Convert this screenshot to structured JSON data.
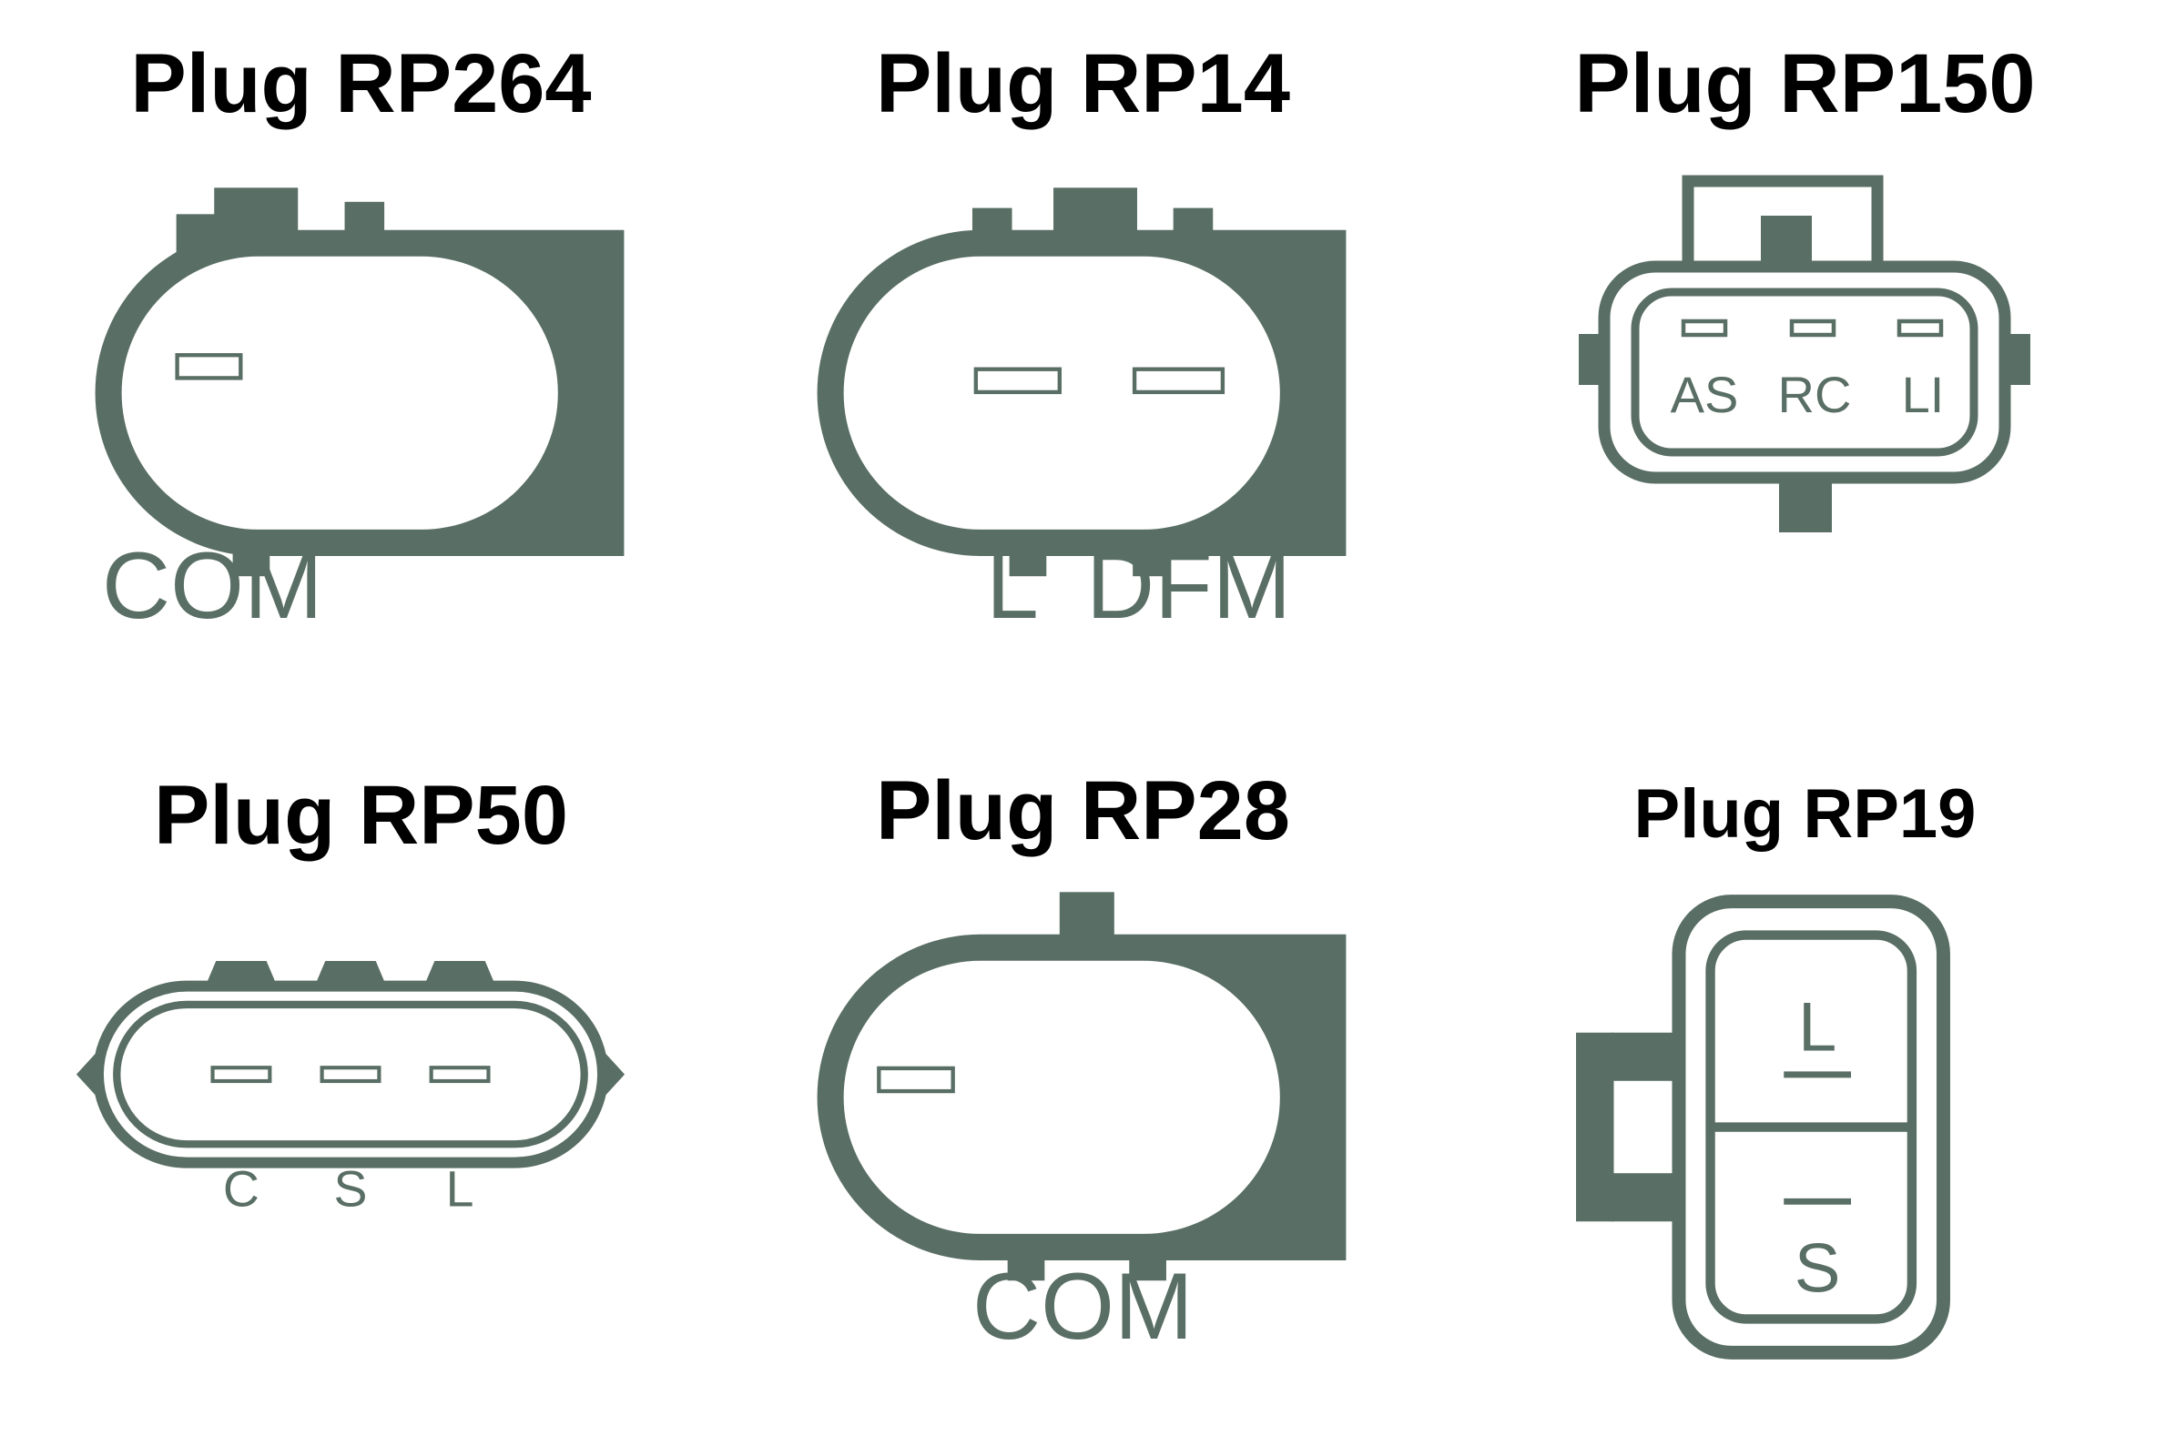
{
  "colors": {
    "accent": "#596e64",
    "title_text": "#000000",
    "background": "#ffffff"
  },
  "plugs": {
    "rp264": {
      "title": "Plug RP264",
      "label": "COM"
    },
    "rp14": {
      "title": "Plug RP14",
      "labels": {
        "left": "L",
        "right": "DFM"
      }
    },
    "rp150": {
      "title": "Plug RP150",
      "pins": [
        "AS",
        "RC",
        "LI"
      ]
    },
    "rp50": {
      "title": "Plug RP50",
      "pins": [
        "C",
        "S",
        "L"
      ]
    },
    "rp28": {
      "title": "Plug RP28",
      "label": "COM"
    },
    "rp19": {
      "title": "Plug RP19",
      "pins": {
        "top": "L",
        "bottom": "S"
      }
    }
  }
}
